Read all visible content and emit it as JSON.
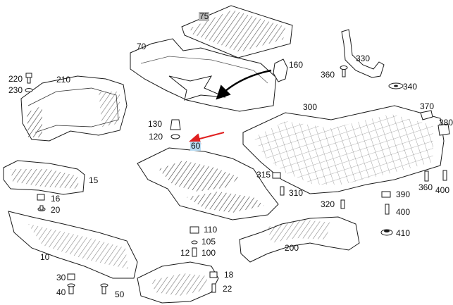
{
  "labels": {
    "p75": "75",
    "p70": "70",
    "p160": "160",
    "p330": "330",
    "p360a": "360",
    "p340": "340",
    "p220": "220",
    "p230": "230",
    "p210": "210",
    "p130": "130",
    "p120": "120",
    "p60": "60",
    "p300": "300",
    "p370": "370",
    "p380": "380",
    "p15": "15",
    "p16": "16",
    "p20": "20",
    "p315": "315",
    "p310": "310",
    "p390": "390",
    "p360b": "360",
    "p400a": "400",
    "p400b": "400",
    "p320": "320",
    "p410": "410",
    "p10": "10",
    "p110": "110",
    "p105": "105",
    "p12": "12",
    "p100": "100",
    "p200": "200",
    "p30": "30",
    "p40": "40",
    "p50": "50",
    "p18": "18",
    "p22": "22"
  },
  "colors": {
    "line": "#1a1a1a",
    "hatch": "#555555",
    "arrow_red": "#e02020",
    "arrow_black": "#000000",
    "highlight_blue": "#b9dcf2",
    "highlight_gray": "#b8b8b8"
  }
}
